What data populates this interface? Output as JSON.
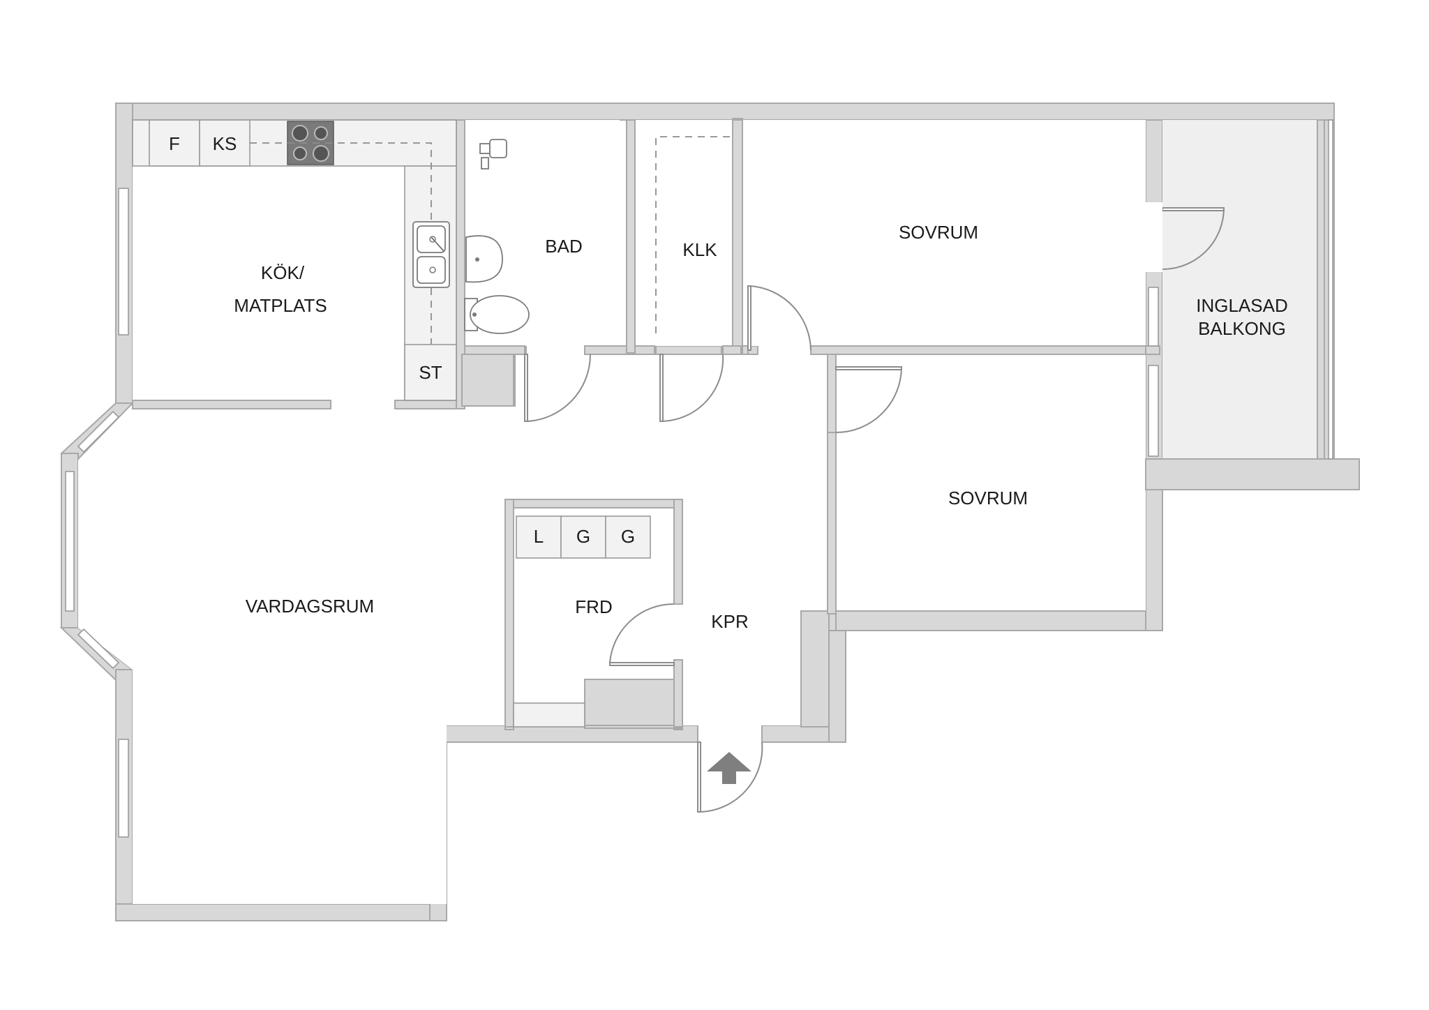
{
  "rooms": {
    "kitchen_line1": "KÖK/",
    "kitchen_line2": "MATPLATS",
    "bath": "BAD",
    "closet_klk": "KLK",
    "bedroom_1": "SOVRUM",
    "bedroom_2": "SOVRUM",
    "balcony_line1": "INGLASAD",
    "balcony_line2": "BALKONG",
    "living": "VARDAGSRUM",
    "storage": "FRD",
    "hall": "KPR"
  },
  "fixtures": {
    "fridge": "F",
    "freezer": "KS",
    "cabinet_st": "ST",
    "cabinet_l": "L",
    "cabinet_g1": "G",
    "cabinet_g2": "G"
  },
  "colors": {
    "wall": "#d8d8d8",
    "wall_outline": "#a8a8a8",
    "balcony_floor": "#efefef",
    "entrance_arrow": "#7f7f7f"
  },
  "icons": {
    "entrance": "entrance-arrow-icon",
    "stove": "stove-icon",
    "sink": "sink-icon",
    "toilet": "toilet-icon",
    "washbasin": "washbasin-icon",
    "shower": "shower-icon"
  }
}
